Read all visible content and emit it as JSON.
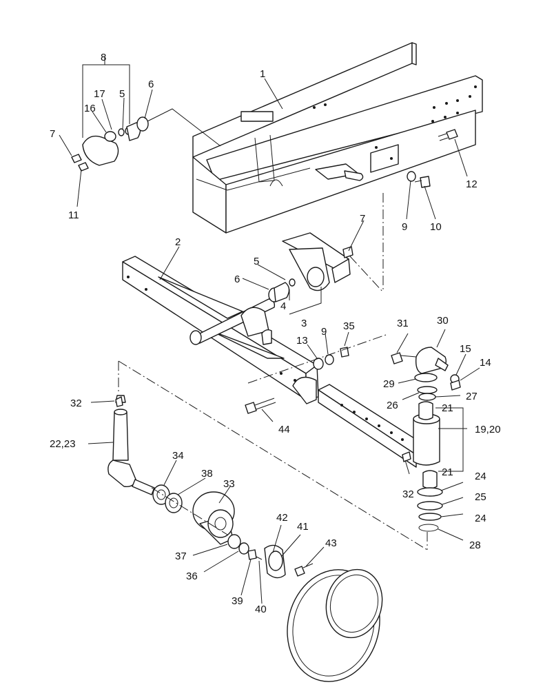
{
  "diagram": {
    "labels": {
      "l1": "1",
      "l2": "2",
      "l3": "3",
      "l4": "4",
      "l5a": "5",
      "l5b": "5",
      "l6a": "6",
      "l6b": "6",
      "l7a": "7",
      "l7b": "7",
      "l8": "8",
      "l9a": "9",
      "l9b": "9",
      "l10": "10",
      "l11": "11",
      "l12": "12",
      "l13": "13",
      "l14": "14",
      "l15": "15",
      "l16": "16",
      "l17": "17",
      "l1920": "19,20",
      "l21a": "21",
      "l21b": "21",
      "l2223": "22,23",
      "l24a": "24",
      "l24b": "24",
      "l25": "25",
      "l26": "26",
      "l27": "27",
      "l28": "28",
      "l29": "29",
      "l30": "30",
      "l31": "31",
      "l32a": "32",
      "l32b": "32",
      "l33": "33",
      "l34": "34",
      "l35": "35",
      "l36": "36",
      "l37": "37",
      "l38": "38",
      "l39": "39",
      "l40": "40",
      "l41": "41",
      "l42": "42",
      "l43": "43",
      "l44": "44"
    }
  }
}
